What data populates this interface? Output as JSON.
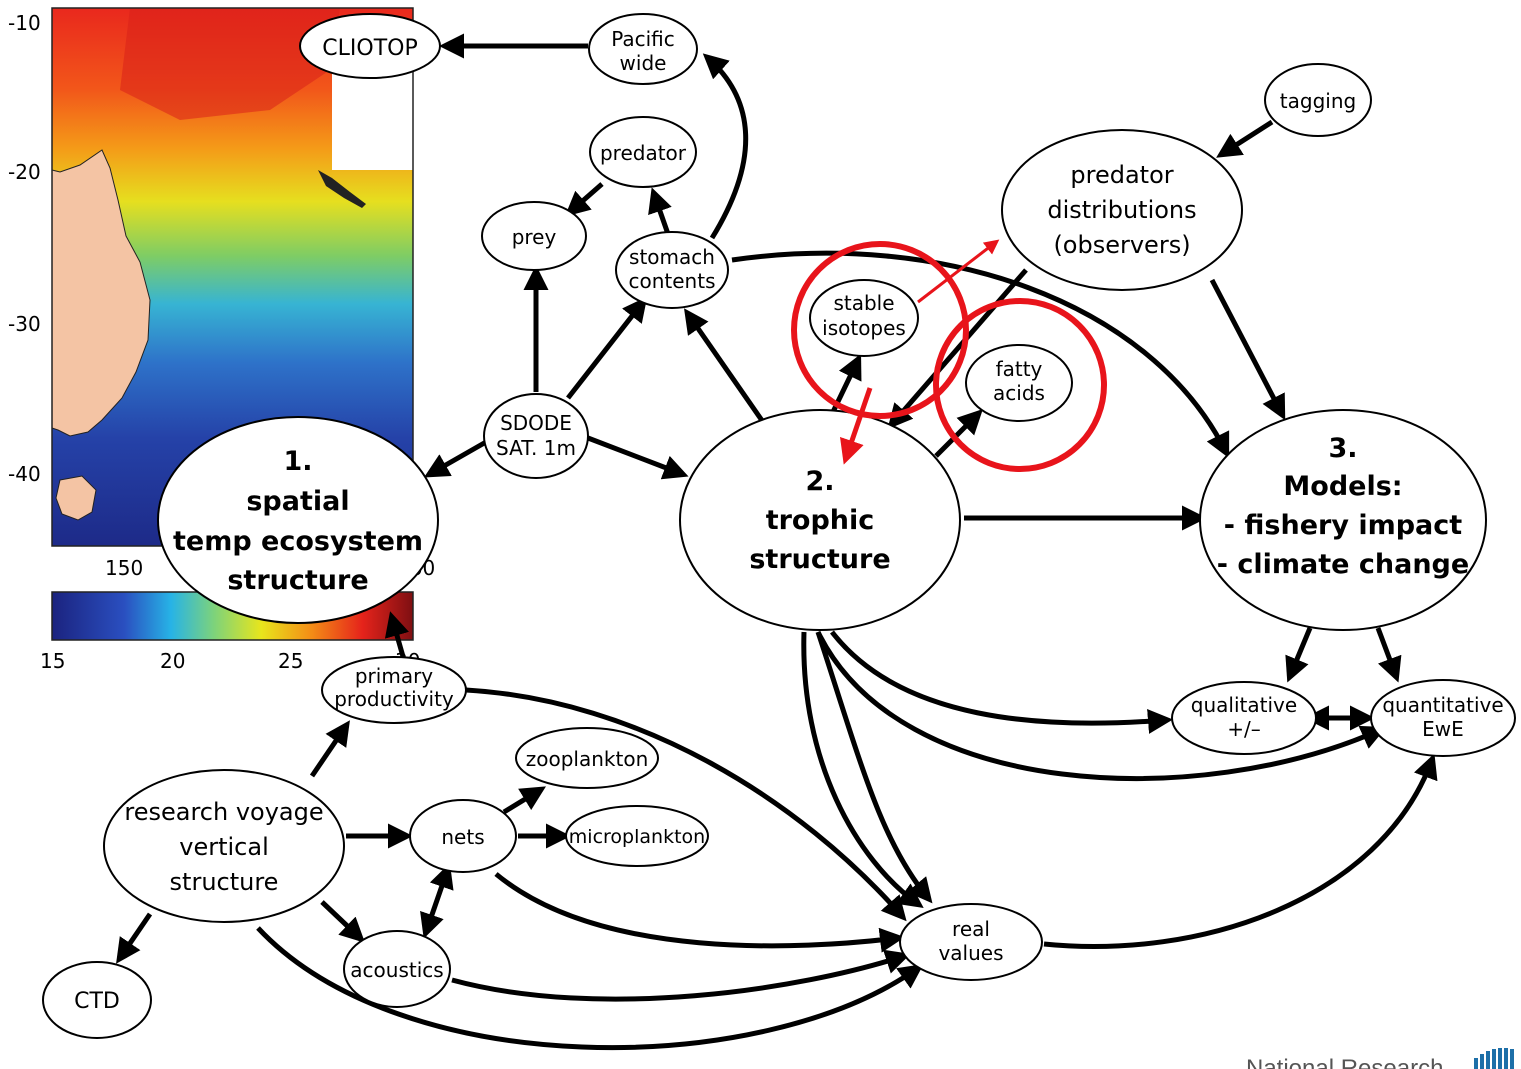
{
  "map": {
    "y_ticks": [
      "-10",
      "-20",
      "-30",
      "-40"
    ],
    "x_ticks": [
      "150",
      "160"
    ],
    "colorbar_ticks": [
      "15",
      "20",
      "25",
      "30"
    ],
    "colors": {
      "land": "#f4c4a4",
      "cold": "#1a2a8c",
      "warm": "#c0141a"
    }
  },
  "nodes": {
    "cliotop": "CLIOTOP",
    "pacific": [
      "Pacific",
      "wide"
    ],
    "predator": "predator",
    "prey": "prey",
    "stomach": [
      "stomach",
      "contents"
    ],
    "tagging": "tagging",
    "predator_dist": [
      "predator",
      "distributions",
      "(observers)"
    ],
    "stable": [
      "stable",
      "isotopes"
    ],
    "fatty": [
      "fatty",
      "acids"
    ],
    "sdode": [
      "SDODE",
      "SAT. 1m"
    ],
    "spatial": [
      "1.",
      "spatial",
      "temp ecosystem",
      "structure"
    ],
    "trophic": [
      "2.",
      "trophic",
      "structure"
    ],
    "models": [
      "3.",
      "Models:",
      "- fishery impact",
      "- climate change"
    ],
    "primary": [
      "primary",
      "productivity"
    ],
    "zooplankton": "zooplankton",
    "microplankton": "microplankton",
    "nets": "nets",
    "research": [
      "research voyage",
      "vertical",
      "structure"
    ],
    "acoustics": "acoustics",
    "ctd": "CTD",
    "real": [
      "real",
      "values"
    ],
    "qualitative": [
      "qualitative",
      "+/–"
    ],
    "quantitative": [
      "quantitative",
      "EwE"
    ]
  },
  "footer": {
    "org": "National Research"
  },
  "colors": {
    "highlight": "#e8141b",
    "logo": "#1d6fa8"
  }
}
